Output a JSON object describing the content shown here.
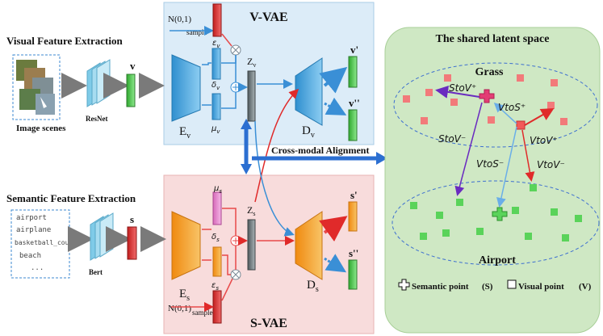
{
  "visual": {
    "title": "Visual  Feature Extraction",
    "caption": "Image scenes",
    "net": "ResNet",
    "feat": "v"
  },
  "semantic": {
    "title": "Semantic Feature Extraction",
    "words": [
      "airport",
      "airplane",
      "basketball_court",
      "beach",
      "..."
    ],
    "net": "Bert",
    "feat": "s"
  },
  "vvae": {
    "title": "V-VAE",
    "noise": "N(0,1)",
    "sample": "sample",
    "encoder": "E",
    "encoder_sub": "v",
    "decoder": "D",
    "decoder_sub": "v",
    "z": "Z",
    "z_sub": "v",
    "eps": "ε",
    "eps_sub": "v",
    "delta": "δ",
    "delta_sub": "v",
    "mu": "μ",
    "mu_sub": "v",
    "out1": "v'",
    "out2": "v''"
  },
  "svae": {
    "title": "S-VAE",
    "noise": "N(0,1)",
    "sample": "sample",
    "encoder": "E",
    "encoder_sub": "s",
    "decoder": "D",
    "decoder_sub": "s",
    "z": "Z",
    "z_sub": "s",
    "eps": "ε",
    "eps_sub": "s",
    "delta": "δ",
    "delta_sub": "s",
    "mu": "μ",
    "mu_sub": "s",
    "out1": "s'",
    "out2": "s''"
  },
  "alignment": "Cross-modal Alignment",
  "latent": {
    "title": "The shared latent space",
    "cluster1": "Grass",
    "cluster2": "Airport",
    "labels": {
      "stov_plus": "StoV⁺",
      "stov_minus": "StoV⁻",
      "vtos_plus": "VtoS⁺",
      "vtos_minus": "VtoS⁻",
      "vtov_plus": "VtoV⁺",
      "vtov_minus": "VtoV⁻"
    },
    "legend_semantic": "Semantic point",
    "legend_semantic_sym": "(S)",
    "legend_visual": "Visual point",
    "legend_visual_sym": "(V)"
  },
  "colors": {
    "vvae_bg": "#dcecf8",
    "svae_bg": "#f8dcdc",
    "latent_bg": "#cfe8c4",
    "encoder_v": "#3ea4d8",
    "encoder_s": "#f5a31c",
    "red": "#e84a4a",
    "green": "#5ad35a",
    "purple": "#6a2bc0",
    "blue": "#2c6fd1"
  }
}
